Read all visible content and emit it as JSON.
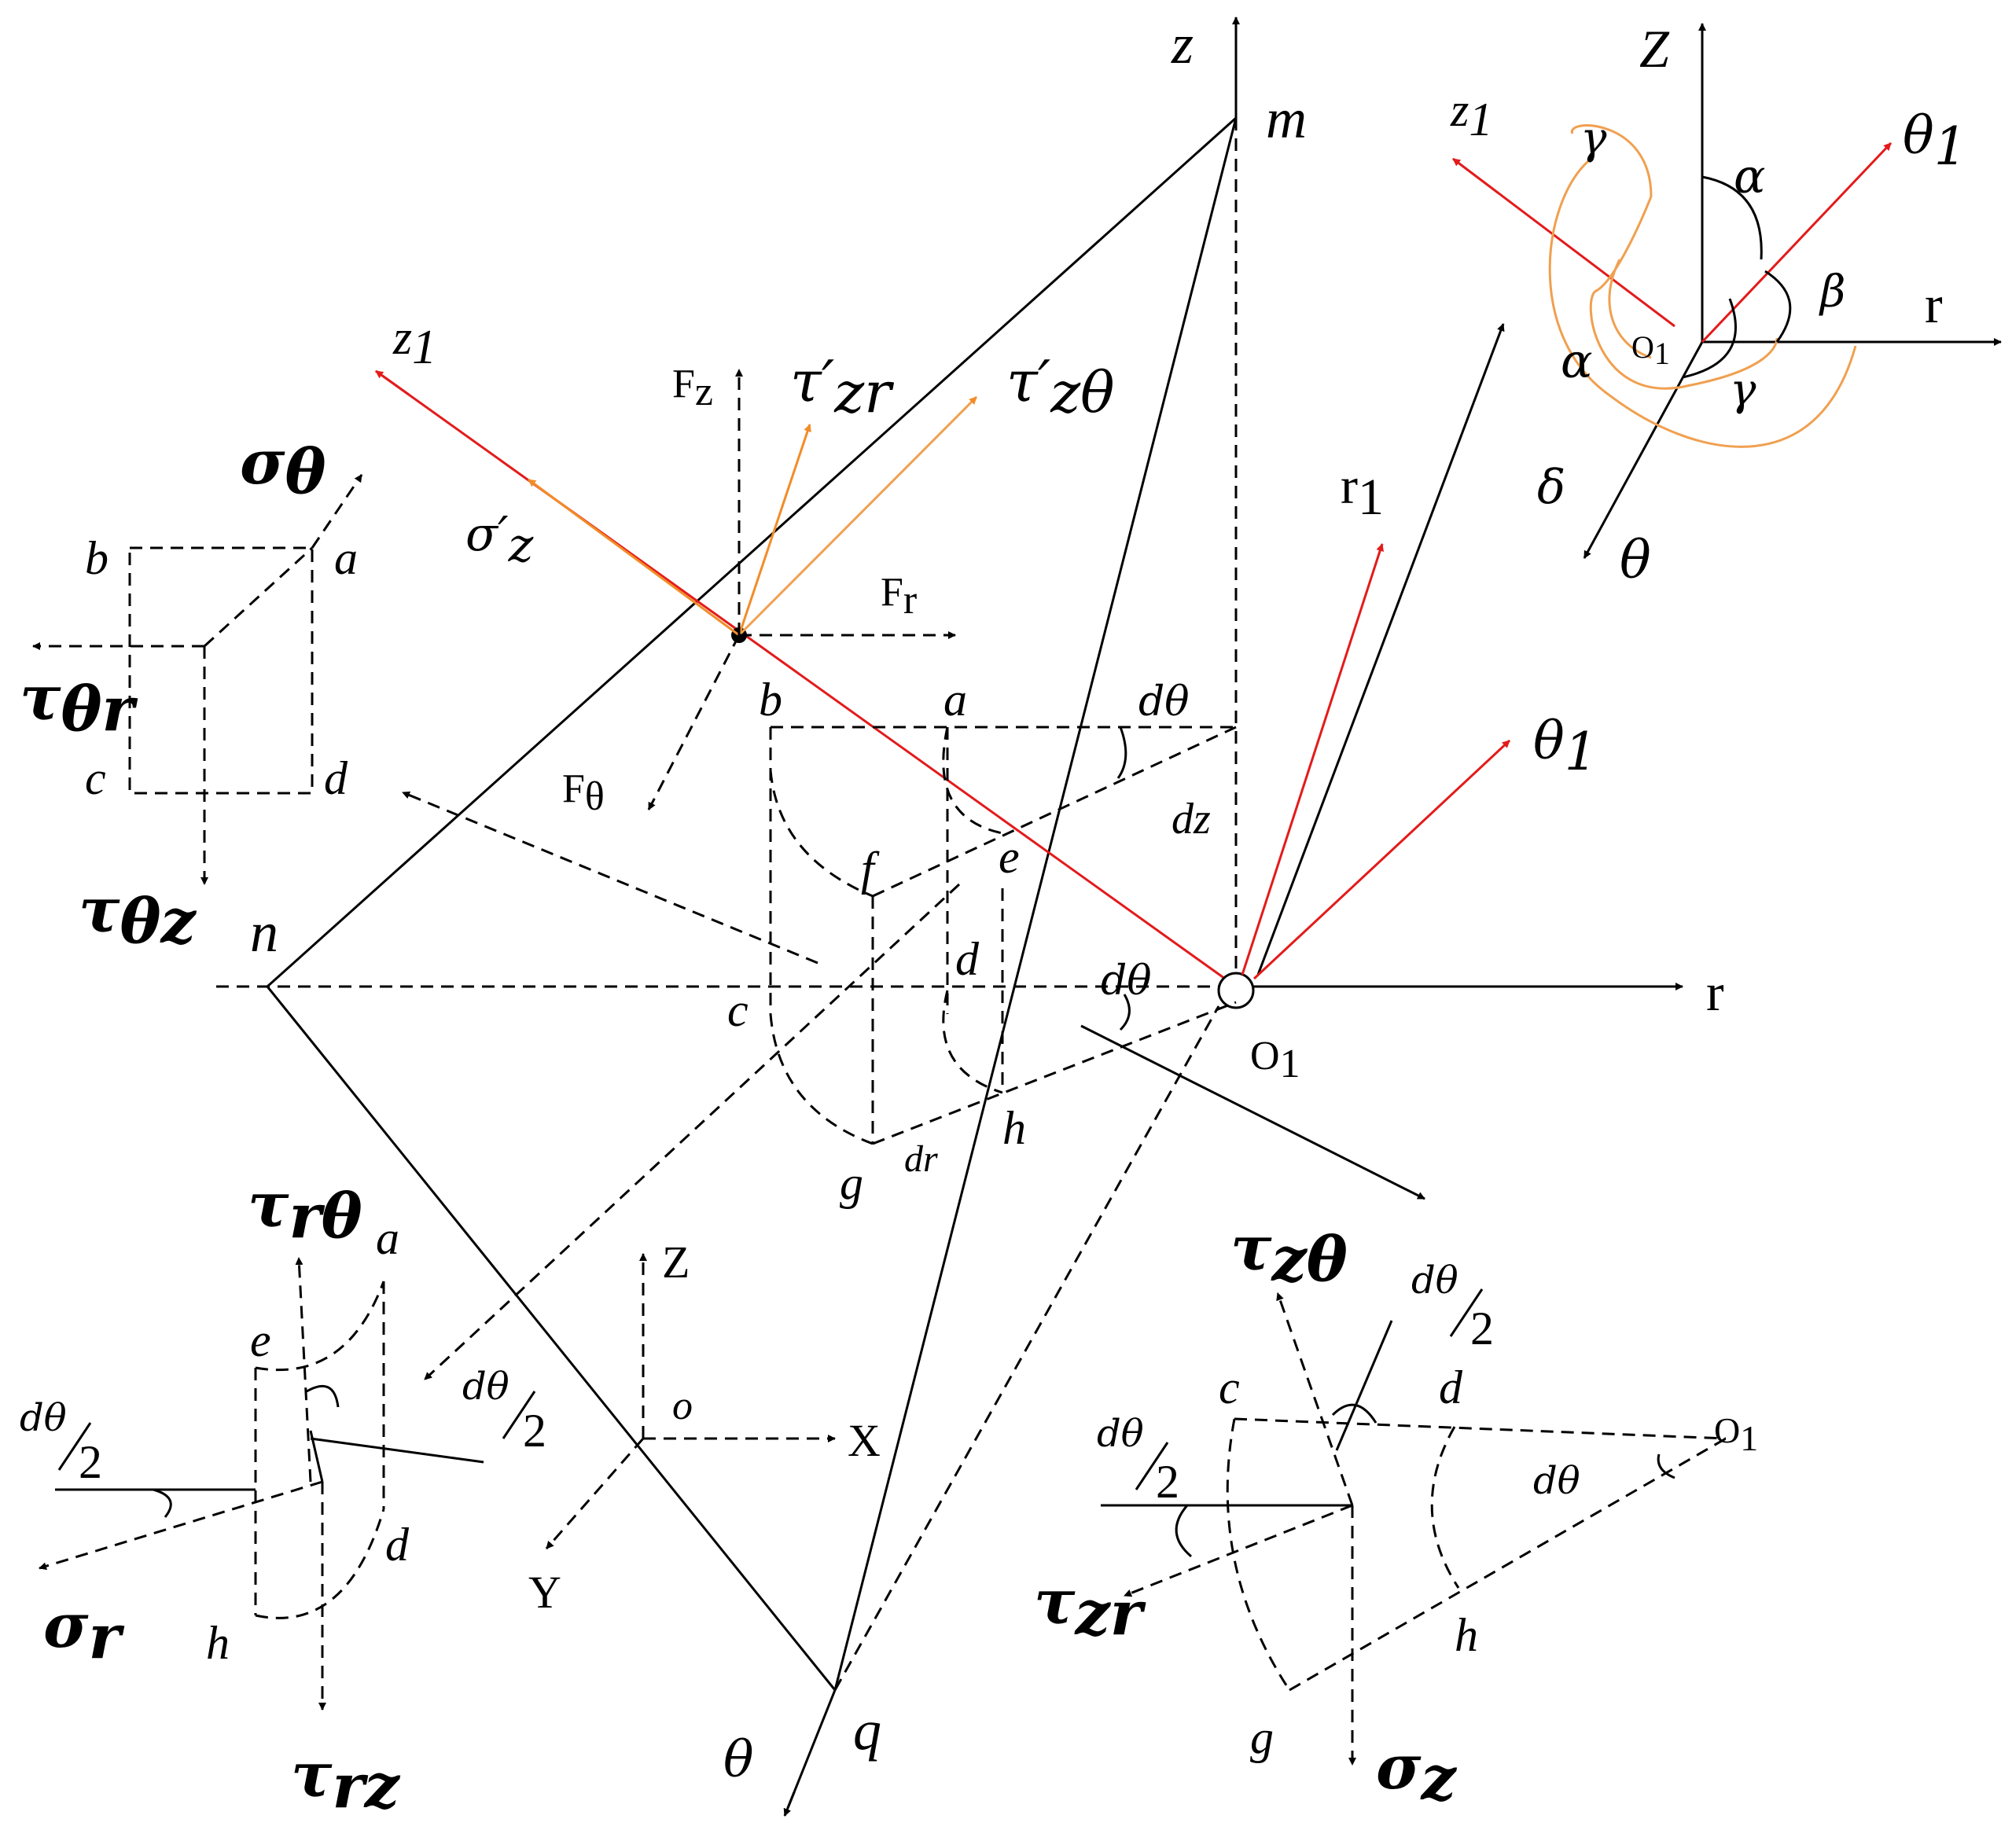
{
  "colors": {
    "red": "#e31b1b",
    "orange": "#f28c28",
    "black": "#000000"
  },
  "labels": {
    "main_z": "z",
    "m": "m",
    "n": "n",
    "q": "q",
    "theta_axis": "θ",
    "r_axis": "r",
    "O1_main": "O",
    "O1_sub": "1",
    "z1_main": "z",
    "z1_sub": "1",
    "Fz": "F",
    "Fz_sub": "z",
    "Fr": "F",
    "Fr_sub": "r",
    "Ftheta": "F",
    "Ftheta_sub": "θ",
    "tau_zr_prime": "τ′",
    "tau_zr_prime_sub": "zr",
    "tau_ztheta_prime": "τ′",
    "tau_ztheta_prime_sub": "zθ",
    "sigma_z_prime": "σ′",
    "sigma_z_prime_sub": "z",
    "r1": "r",
    "r1_sub": "1",
    "theta1": "θ",
    "theta1_sub": "1",
    "pt_b": "b",
    "pt_a": "a",
    "pt_c": "c",
    "pt_d": "d",
    "pt_e": "e",
    "pt_f": "f",
    "pt_g": "g",
    "pt_h": "h",
    "dtheta": "dθ",
    "dz": "dz",
    "dr": "dr",
    "global_Z": "Z",
    "global_X": "X",
    "global_Y": "Y",
    "global_o": "o",
    "dtheta_half_num": "dθ",
    "dtheta_half_den": "2"
  },
  "left_element": {
    "sigma_theta": "σ",
    "sigma_theta_sub": "θ",
    "tau_theta_r": "τ",
    "tau_theta_r_sub": "θr",
    "tau_theta_z": "τ",
    "tau_theta_z_sub": "θz",
    "b": "b",
    "a": "a",
    "c": "c",
    "d": "d"
  },
  "bottom_left_element": {
    "tau_r_theta": "τ",
    "tau_r_theta_sub": "rθ",
    "sigma_r": "σ",
    "sigma_r_sub": "r",
    "tau_rz": "τ",
    "tau_rz_sub": "rz",
    "a": "a",
    "e": "e",
    "d": "d",
    "h": "h"
  },
  "bottom_right_element": {
    "tau_z_theta": "τ",
    "tau_z_theta_sub": "zθ",
    "tau_zr": "τ",
    "tau_zr_sub": "zr",
    "sigma_z": "σ",
    "sigma_z_sub": "z",
    "c": "c",
    "d": "d",
    "g": "g",
    "h": "h",
    "O1": "O",
    "O1_sub": "1"
  },
  "inset": {
    "z": "Z",
    "z1": "z",
    "z1_sub": "1",
    "theta1": "θ",
    "theta1_sub": "1",
    "r": "r",
    "theta": "θ",
    "O1": "O",
    "O1_sub": "1",
    "alpha": "α",
    "beta": "β",
    "gamma": "γ",
    "delta": "δ"
  }
}
